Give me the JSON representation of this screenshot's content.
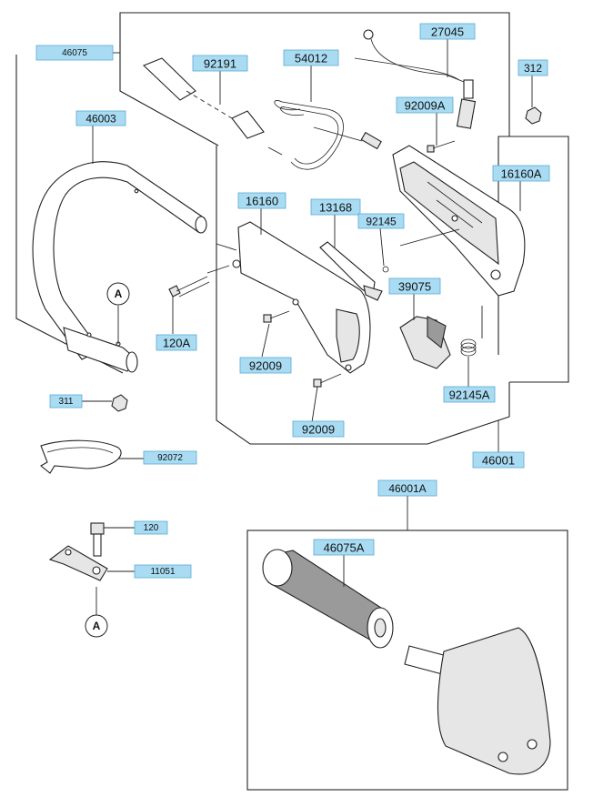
{
  "parts": [
    {
      "key": "p46075",
      "label": "46075"
    },
    {
      "key": "p92191",
      "label": "92191"
    },
    {
      "key": "p54012",
      "label": "54012"
    },
    {
      "key": "p27045",
      "label": "27045"
    },
    {
      "key": "p312",
      "label": "312"
    },
    {
      "key": "p46003",
      "label": "46003"
    },
    {
      "key": "p92009A",
      "label": "92009A"
    },
    {
      "key": "p16160A",
      "label": "16160A"
    },
    {
      "key": "p16160",
      "label": "16160"
    },
    {
      "key": "p13168",
      "label": "13168"
    },
    {
      "key": "p92145",
      "label": "92145"
    },
    {
      "key": "p39075",
      "label": "39075"
    },
    {
      "key": "p120A",
      "label": "120A"
    },
    {
      "key": "p92009a",
      "label": "92009"
    },
    {
      "key": "p92145A",
      "label": "92145A"
    },
    {
      "key": "p92009b",
      "label": "92009"
    },
    {
      "key": "p311",
      "label": "311"
    },
    {
      "key": "p46001",
      "label": "46001"
    },
    {
      "key": "p92072",
      "label": "92072"
    },
    {
      "key": "p46001A",
      "label": "46001A"
    },
    {
      "key": "p120",
      "label": "120"
    },
    {
      "key": "p46075A",
      "label": "46075A"
    },
    {
      "key": "p11051",
      "label": "11051"
    }
  ],
  "refs": [
    {
      "key": "refA1",
      "label": "A"
    },
    {
      "key": "refA2",
      "label": "A"
    }
  ]
}
